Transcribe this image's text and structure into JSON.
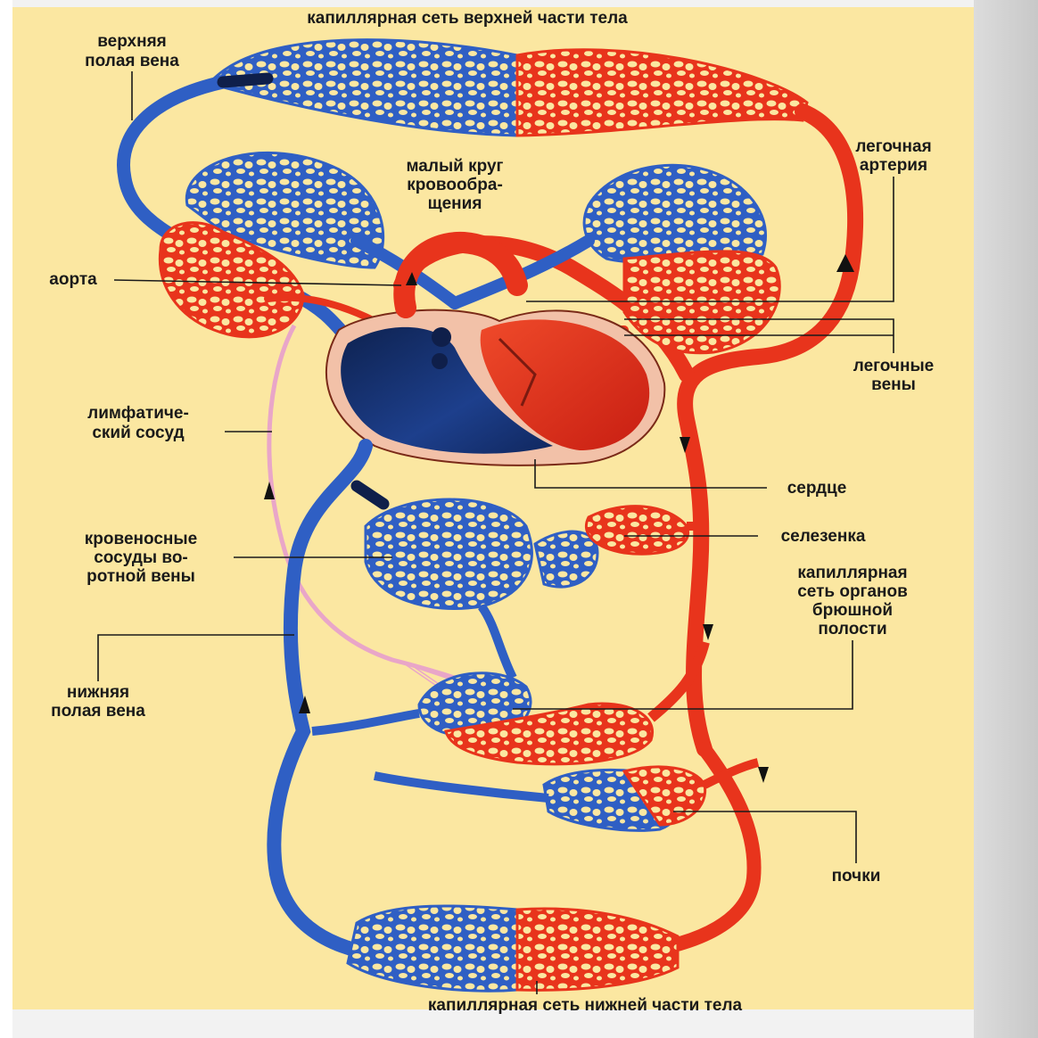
{
  "diagram": {
    "labels": {
      "upper_capillaries": "капиллярная сеть верхней части тела",
      "superior_vena_cava_1": "верхняя",
      "superior_vena_cava_2": "полая вена",
      "pulmonary_circuit_1": "малый круг",
      "pulmonary_circuit_2": "кровообра-",
      "pulmonary_circuit_3": "щения",
      "pulmonary_artery_1": "легочная",
      "pulmonary_artery_2": "артерия",
      "aorta": "аорта",
      "pulmonary_veins_1": "легочные",
      "pulmonary_veins_2": "вены",
      "lymph_vessel_1": "лимфатиче-",
      "lymph_vessel_2": "ский сосуд",
      "heart": "сердце",
      "spleen": "селезенка",
      "portal_vessels_1": "кровеносные",
      "portal_vessels_2": "сосуды во-",
      "portal_vessels_3": "ротной вены",
      "abdominal_capillaries_1": "капиллярная",
      "abdominal_capillaries_2": "сеть органов",
      "abdominal_capillaries_3": "брюшной",
      "abdominal_capillaries_4": "полости",
      "inferior_vena_cava_1": "нижняя",
      "inferior_vena_cava_2": "полая вена",
      "kidneys": "почки",
      "lower_capillaries": "капиллярная сеть нижней части тела"
    },
    "colors": {
      "background": "#fbe7a1",
      "venous": "#2f5fc4",
      "arterial": "#e8341c",
      "heart_dark": "#15306b",
      "lymph": "#e9a6c8"
    }
  }
}
